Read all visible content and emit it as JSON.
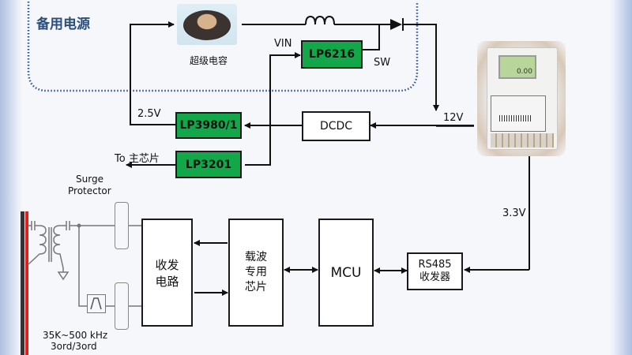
{
  "backup_power": {
    "title": "备用电源",
    "supercap_label": "超级电容"
  },
  "chips": {
    "lp6216": "LP6216",
    "lp3980": "LP3980/1",
    "lp3201": "LP3201",
    "dcdc": "DCDC"
  },
  "pins": {
    "vin": "VIN",
    "sw": "SW"
  },
  "voltages": {
    "v12": "12V",
    "v25": "2.5V",
    "v33": "3.3V"
  },
  "to_main_chip": "To 主芯片",
  "surge": {
    "line1": "Surge",
    "line2": "Protector"
  },
  "filter": {
    "line1": "35K~500 kHz",
    "line2": "3ord/3ord"
  },
  "blocks": {
    "transceiver": [
      "收发",
      "电路"
    ],
    "carrier_chip": [
      "载波",
      "专用",
      "芯片"
    ],
    "mcu": "MCU",
    "rs485": [
      "RS485",
      "收发器"
    ]
  },
  "meter_display": "0.00",
  "colors": {
    "chip_green": "#12a84a",
    "title_blue": "#2a4f7e",
    "dotted_border": "#2a4f9e",
    "power_line_red": "#e02020"
  }
}
